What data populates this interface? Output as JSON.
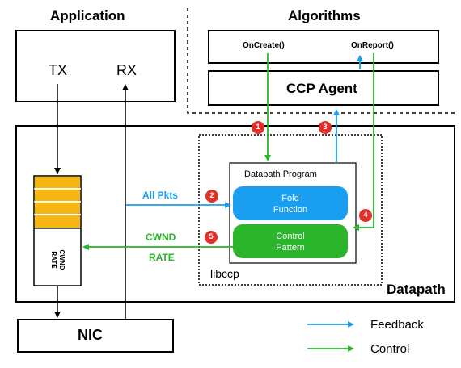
{
  "sections": {
    "application": "Application",
    "algorithms": "Algorithms",
    "datapath": "Datapath"
  },
  "application": {
    "tx": "TX",
    "rx": "RX"
  },
  "algorithms": {
    "on_create": "OnCreate()",
    "on_report": "OnReport()",
    "ccp_agent": "CCP Agent"
  },
  "datapath": {
    "program_title": "Datapath Program",
    "fold_function": [
      "Fold",
      "Function"
    ],
    "control_pattern": [
      "Control",
      "Pattern"
    ],
    "libccp": "libccp",
    "all_pkts": "All Pkts",
    "cwnd": "CWND",
    "rate": "RATE",
    "queue_label": [
      "CWND",
      "RATE"
    ],
    "nic": "NIC"
  },
  "steps": [
    "1",
    "2",
    "3",
    "4",
    "5"
  ],
  "legend": {
    "feedback": "Feedback",
    "control": "Control"
  },
  "colors": {
    "feedback": "#1a9ff0",
    "control": "#2ab52a",
    "step_badge": "#e0302a",
    "queue_fill": "#f7b712"
  }
}
